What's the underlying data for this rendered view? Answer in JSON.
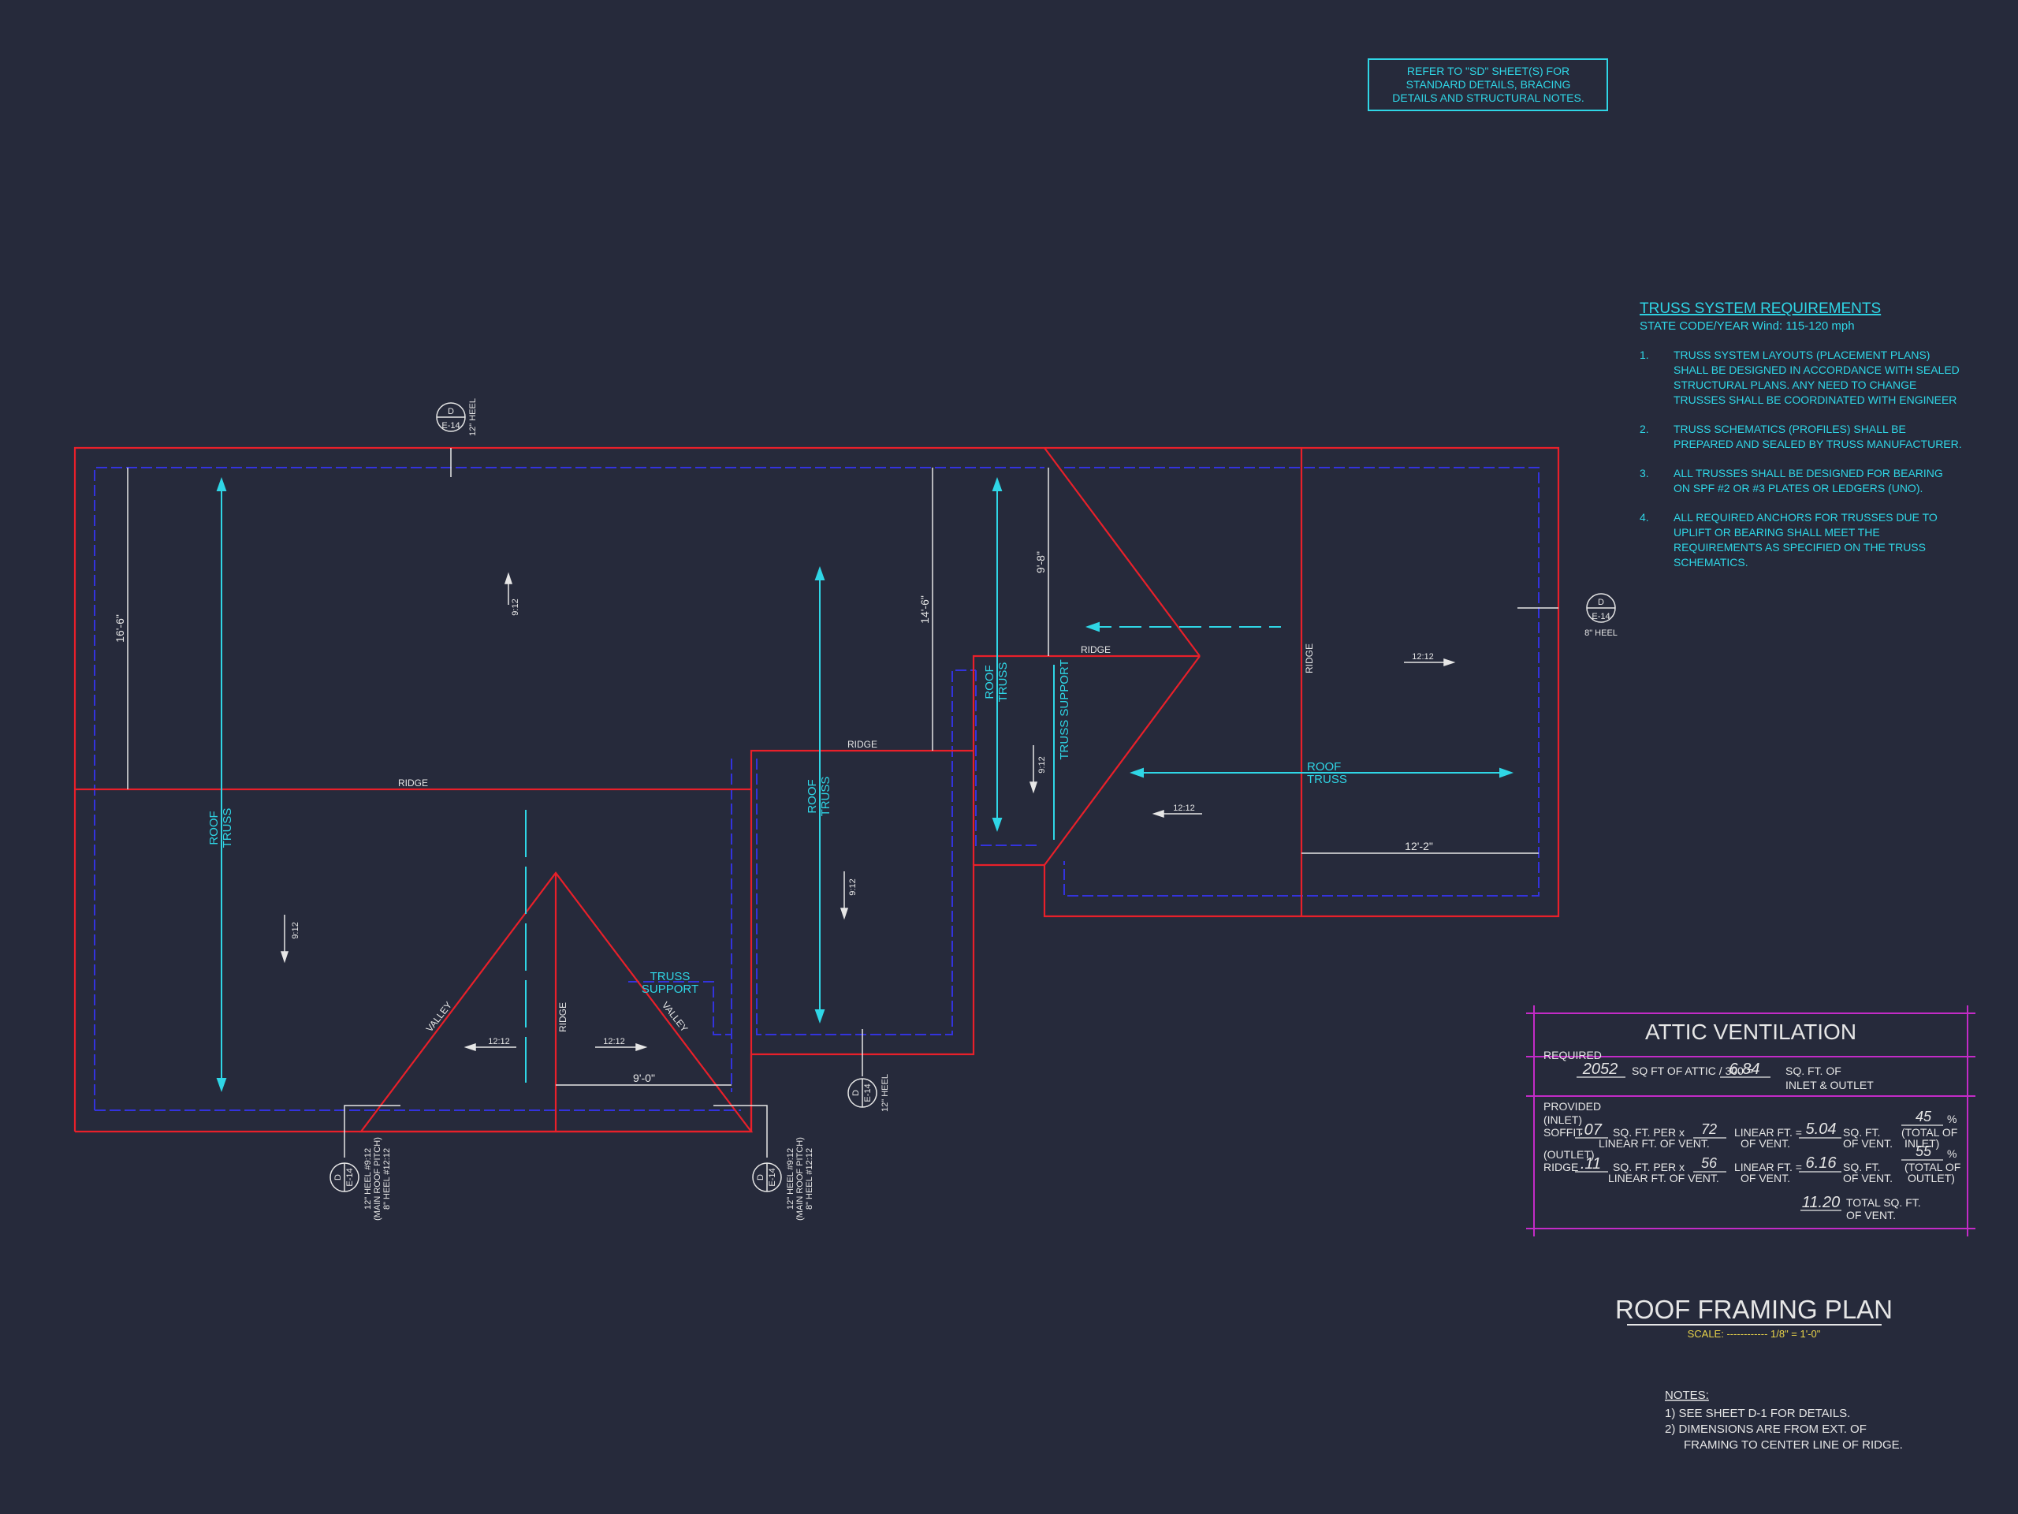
{
  "refer_note": [
    "REFER TO \"SD\" SHEET(S) FOR",
    "STANDARD DETAILS, BRACING",
    "DETAILS AND STRUCTURAL NOTES."
  ],
  "truss": {
    "title": "TRUSS SYSTEM REQUIREMENTS",
    "subtitle": "STATE CODE/YEAR Wind: 115-120 mph",
    "items": [
      {
        "num": "1.",
        "lines": [
          "TRUSS SYSTEM LAYOUTS (PLACEMENT PLANS)",
          "SHALL BE DESIGNED IN ACCORDANCE WITH SEALED",
          "STRUCTURAL PLANS. ANY NEED TO  CHANGE",
          "TRUSSES SHALL BE COORDINATED  WITH ENGINEER"
        ]
      },
      {
        "num": "2.",
        "lines": [
          "TRUSS SCHEMATICS (PROFILES) SHALL BE",
          "PREPARED AND SEALED BY TRUSS  MANUFACTURER."
        ]
      },
      {
        "num": "3.",
        "lines": [
          "ALL TRUSSES SHALL BE DESIGNED FOR  BEARING",
          "ON SPF #2 OR #3 PLATES OR LEDGERS  (UNO)."
        ]
      },
      {
        "num": "4.",
        "lines": [
          "ALL REQUIRED ANCHORS FOR TRUSSES DUE  TO",
          "UPLIFT OR BEARING SHALL MEET THE",
          "REQUIREMENTS AS SPECIFIED ON THE TRUSS",
          "SCHEMATICS."
        ]
      }
    ]
  },
  "attic": {
    "title": "ATTIC VENTILATION",
    "required_label": "REQUIRED",
    "req_sqft": "2052",
    "req_text": "SQ FT OF ATTIC / 300 =",
    "req_result": "6.84",
    "req_unit1": "SQ. FT. OF",
    "req_unit2": "INLET & OUTLET",
    "provided_label": "PROVIDED",
    "inlet_label": "(INLET)",
    "soffit_label": "SOFFIT",
    "soffit_val": ".07",
    "per_text": "SQ. FT. PER x",
    "soffit_lf": "72",
    "lf_text": "LINEAR FT. =",
    "soffit_sqft": "5.04",
    "sqft_text": "SQ. FT.",
    "soffit_pct": "45",
    "pct": "%",
    "lf_of_vent": "LINEAR FT. OF VENT.",
    "of_vent": "OF VENT.",
    "total_of": "(TOTAL OF",
    "inlet_close": "INLET)",
    "outlet_label": "(OUTLET)",
    "ridge_label": "RIDGE",
    "ridge_val": ".11",
    "ridge_lf": "56",
    "ridge_sqft": "6.16",
    "ridge_pct": "55",
    "outlet_close": "OUTLET)",
    "total_val": "11.20",
    "total_text": "TOTAL  SQ. FT.",
    "total_text2": "OF VENT."
  },
  "plan_title": "ROOF FRAMING PLAN",
  "scale_label": "SCALE: ------------ 1/8\" = 1'-0\"",
  "notes": {
    "title": "NOTES:",
    "lines": [
      "1)  SEE SHEET D-1 FOR DETAILS.",
      "2)  DIMENSIONS ARE FROM EXT. OF",
      "FRAMING TO CENTER LINE OF RIDGE."
    ]
  },
  "labels": {
    "ridge": "RIDGE",
    "valley": "VALLEY",
    "roof": "ROOF",
    "truss": "TRUSS",
    "truss_support": "TRUSS SUPPORT",
    "support": "SUPPORT",
    "pitch_12_12": "12:12",
    "pitch_9_12": "9:12",
    "dim_16_6": "16'-6\"",
    "dim_14_6": "14'-6\"",
    "dim_9_8": "9'-8\"",
    "dim_12_2": "12'-2\"",
    "dim_9_0": "9'-0\"",
    "tag_d": "D",
    "tag_e14": "E-14",
    "heel_12": "12\" HEEL",
    "heel_8": "8\" HEEL",
    "heel_a1": "12\" HEEL #9:12",
    "heel_a2": "(MAIN ROOF PITCH)",
    "heel_a3": "8\" HEEL #12:12"
  },
  "colors": {
    "background": "#262a3b",
    "wall": "#e8202a",
    "eave": "#3333dd",
    "cyan": "#2fd6e6",
    "white": "#e6e6e6",
    "magenta": "#c32bc7"
  }
}
